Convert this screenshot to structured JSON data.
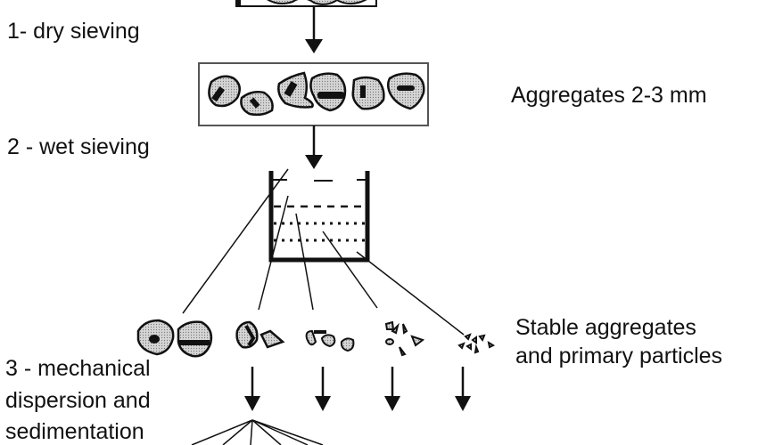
{
  "diagram": {
    "steps": [
      {
        "label": "1- dry sieving"
      },
      {
        "label": "2 - wet sieving"
      },
      {
        "label_lines": [
          "3 - mechanical",
          "dispersion and",
          "sedimentation"
        ]
      }
    ],
    "annotations": {
      "aggregates_size": "Aggregates 2-3 mm",
      "stable_lines": [
        "Stable aggregates",
        "and primary particles"
      ]
    },
    "fractions": [
      {
        "name": "large-stable-aggregates",
        "count": 2
      },
      {
        "name": "medium-aggregates",
        "count": 2
      },
      {
        "name": "small-aggregates",
        "count": 3
      },
      {
        "name": "micro-aggregates",
        "count": 6
      },
      {
        "name": "primary-particles",
        "count": 7
      }
    ],
    "colors": {
      "ink": "#111111",
      "fill": "#c8c8c8",
      "background": "#ffffff"
    }
  }
}
